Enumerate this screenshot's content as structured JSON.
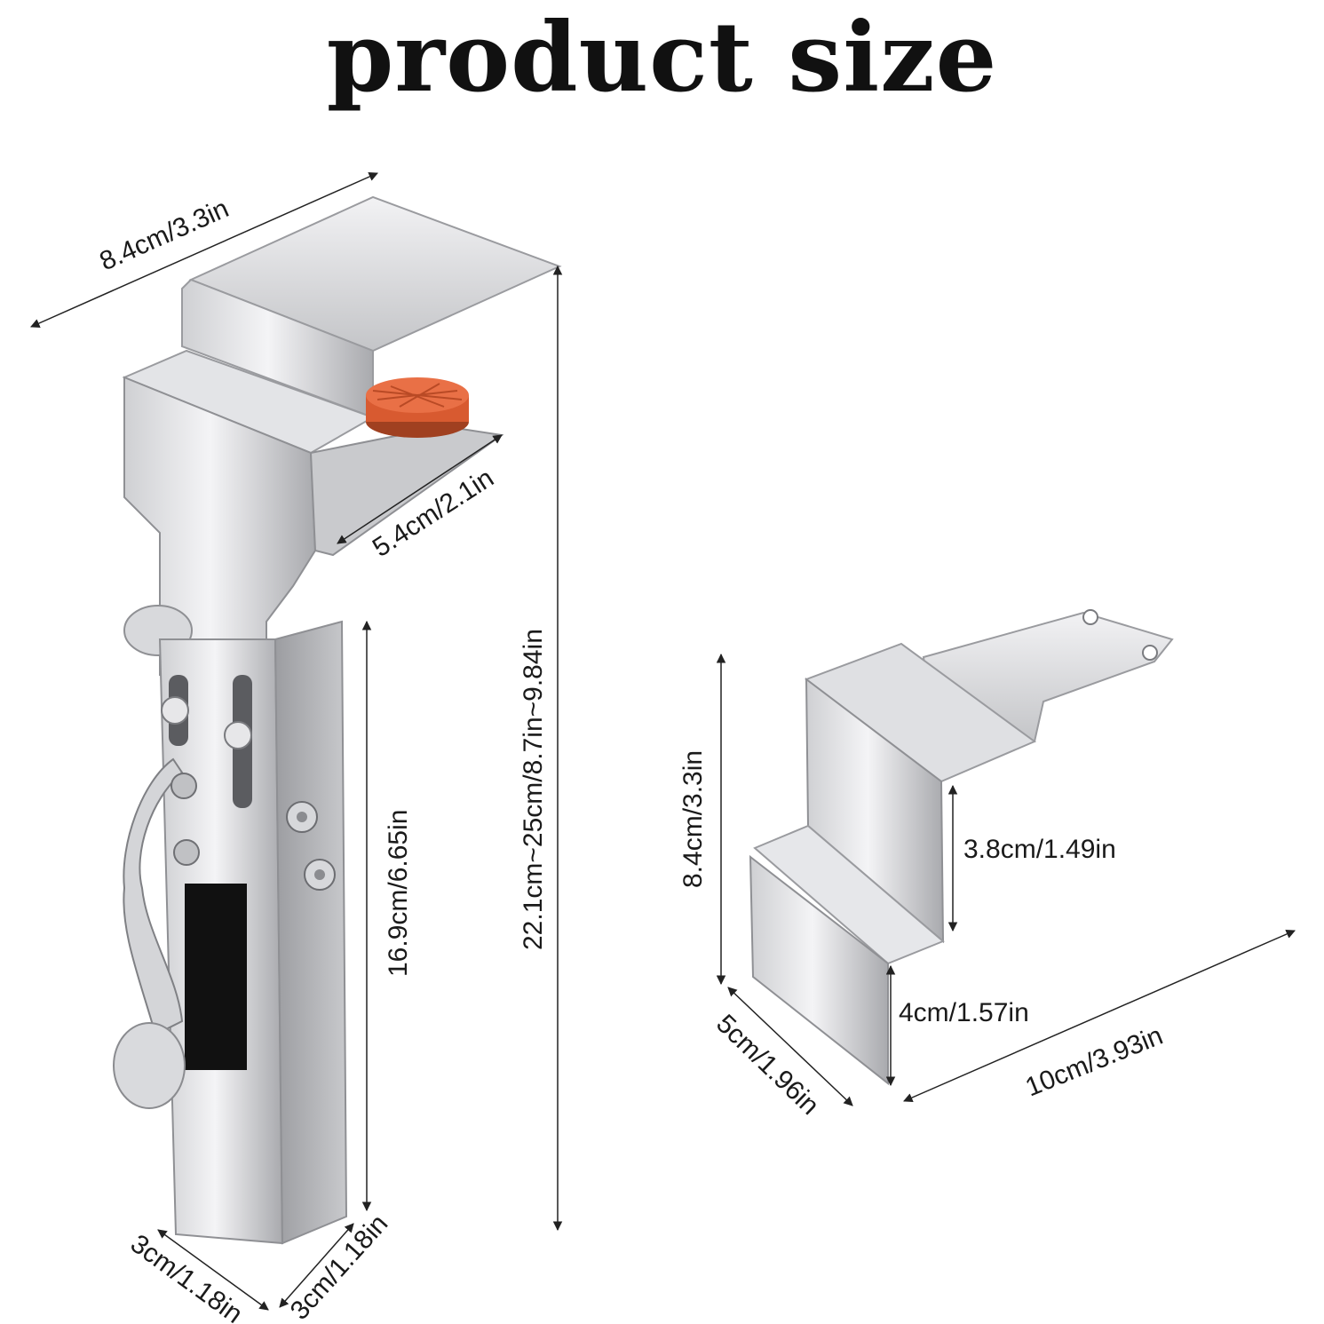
{
  "title": "product size",
  "clamp": {
    "top_width": "8.4cm/3.3in",
    "lip_depth": "5.4cm/2.1in",
    "total_height": "22.1cm~25cm/8.7in~9.84in",
    "tube_height": "16.9cm/6.65in",
    "base_width_left": "3cm/1.18in",
    "base_width_right": "3cm/1.18in"
  },
  "bracket": {
    "height": "8.4cm/3.3in",
    "step_upper": "3.8cm/1.49in",
    "step_lower": "4cm/1.57in",
    "depth": "5cm/1.96in",
    "length": "10cm/3.93in"
  },
  "colors": {
    "steel_light": "#e8e8ea",
    "steel_mid": "#b9babd",
    "steel_dark": "#8a8b8f",
    "rubber_pad": "#e0643a",
    "slot_black": "#111111"
  }
}
